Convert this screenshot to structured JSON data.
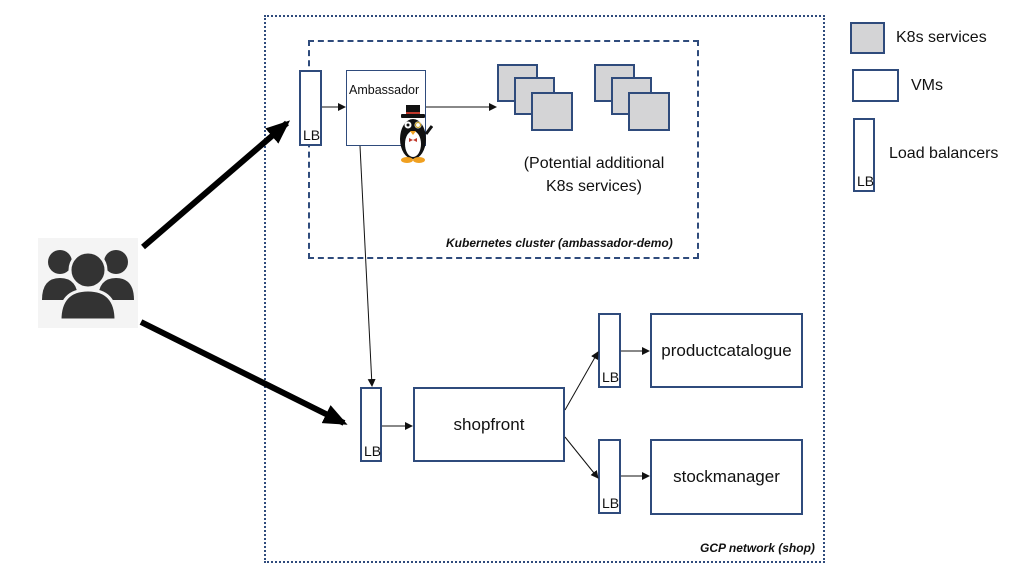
{
  "gcp": {
    "label": "GCP network (shop)"
  },
  "cluster": {
    "label": "Kubernetes cluster (ambassador-demo)"
  },
  "ambassador": {
    "label": "Ambassador",
    "lb_label": "LB"
  },
  "potential": {
    "line1": "(Potential additional",
    "line2": "K8s services)"
  },
  "shopfront": {
    "label": "shopfront",
    "lb_label": "LB"
  },
  "productcatalogue": {
    "label": "productcatalogue",
    "lb_label": "LB"
  },
  "stockmanager": {
    "label": "stockmanager",
    "lb_label": "LB"
  },
  "legend": {
    "k8s_label": "K8s services",
    "vms_label": "VMs",
    "lb_label": "Load balancers",
    "lb_inner": "LB"
  },
  "colors": {
    "border": "#2f4b7c",
    "k8s_fill": "#d4d4d6",
    "users": "#333333"
  },
  "icons": {
    "users": "users-group-icon",
    "mascot": "ambassador-mascot-icon"
  }
}
